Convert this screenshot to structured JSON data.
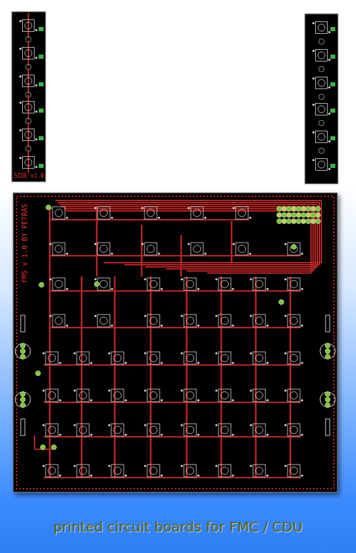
{
  "diagram": {
    "caption": "printed circuit boards for FMC / CDU",
    "labels": [
      "SIDE v1.0",
      "FMS v 1.0 BY PETRAS"
    ]
  }
}
